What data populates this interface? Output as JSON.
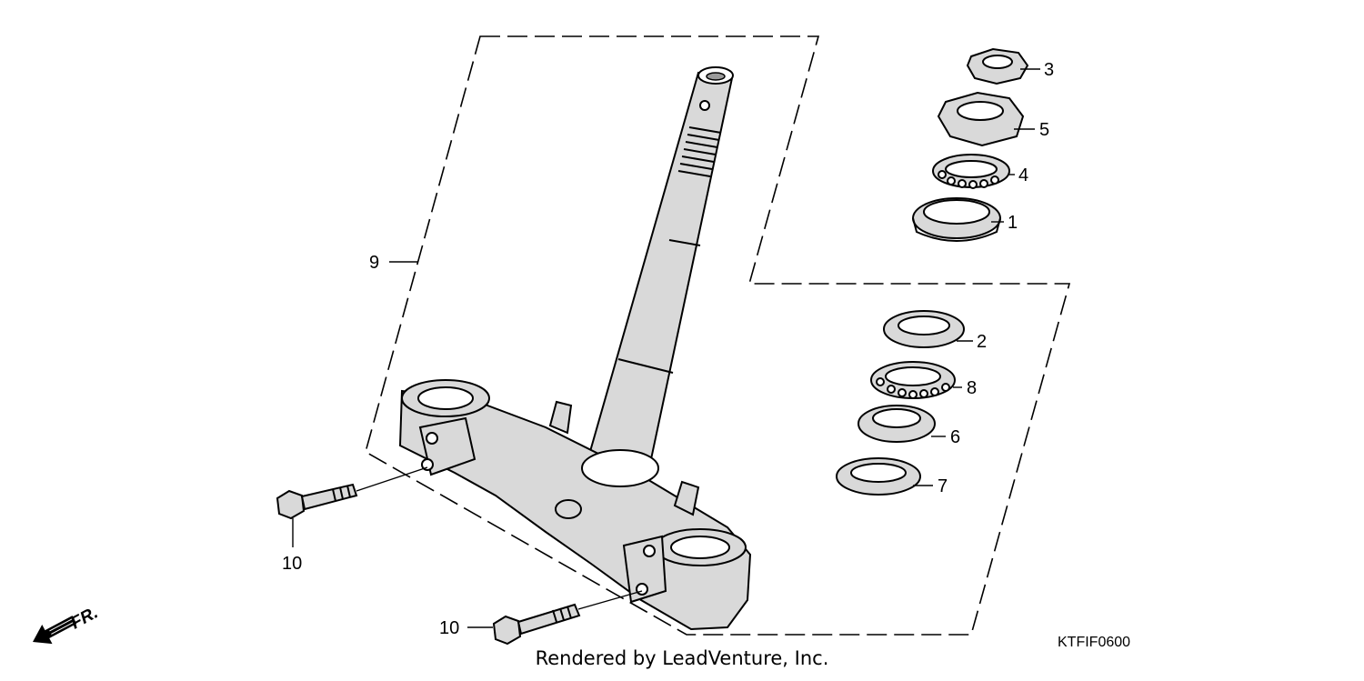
{
  "diagram": {
    "callouts": {
      "c1": "1",
      "c2": "2",
      "c3": "3",
      "c4": "4",
      "c5": "5",
      "c6": "6",
      "c7": "7",
      "c8": "8",
      "c9": "9",
      "c10a": "10",
      "c10b": "10"
    },
    "direction_label": "FR.",
    "diagram_code": "KTFIF0600",
    "credit": "Rendered by LeadVenture, Inc."
  }
}
